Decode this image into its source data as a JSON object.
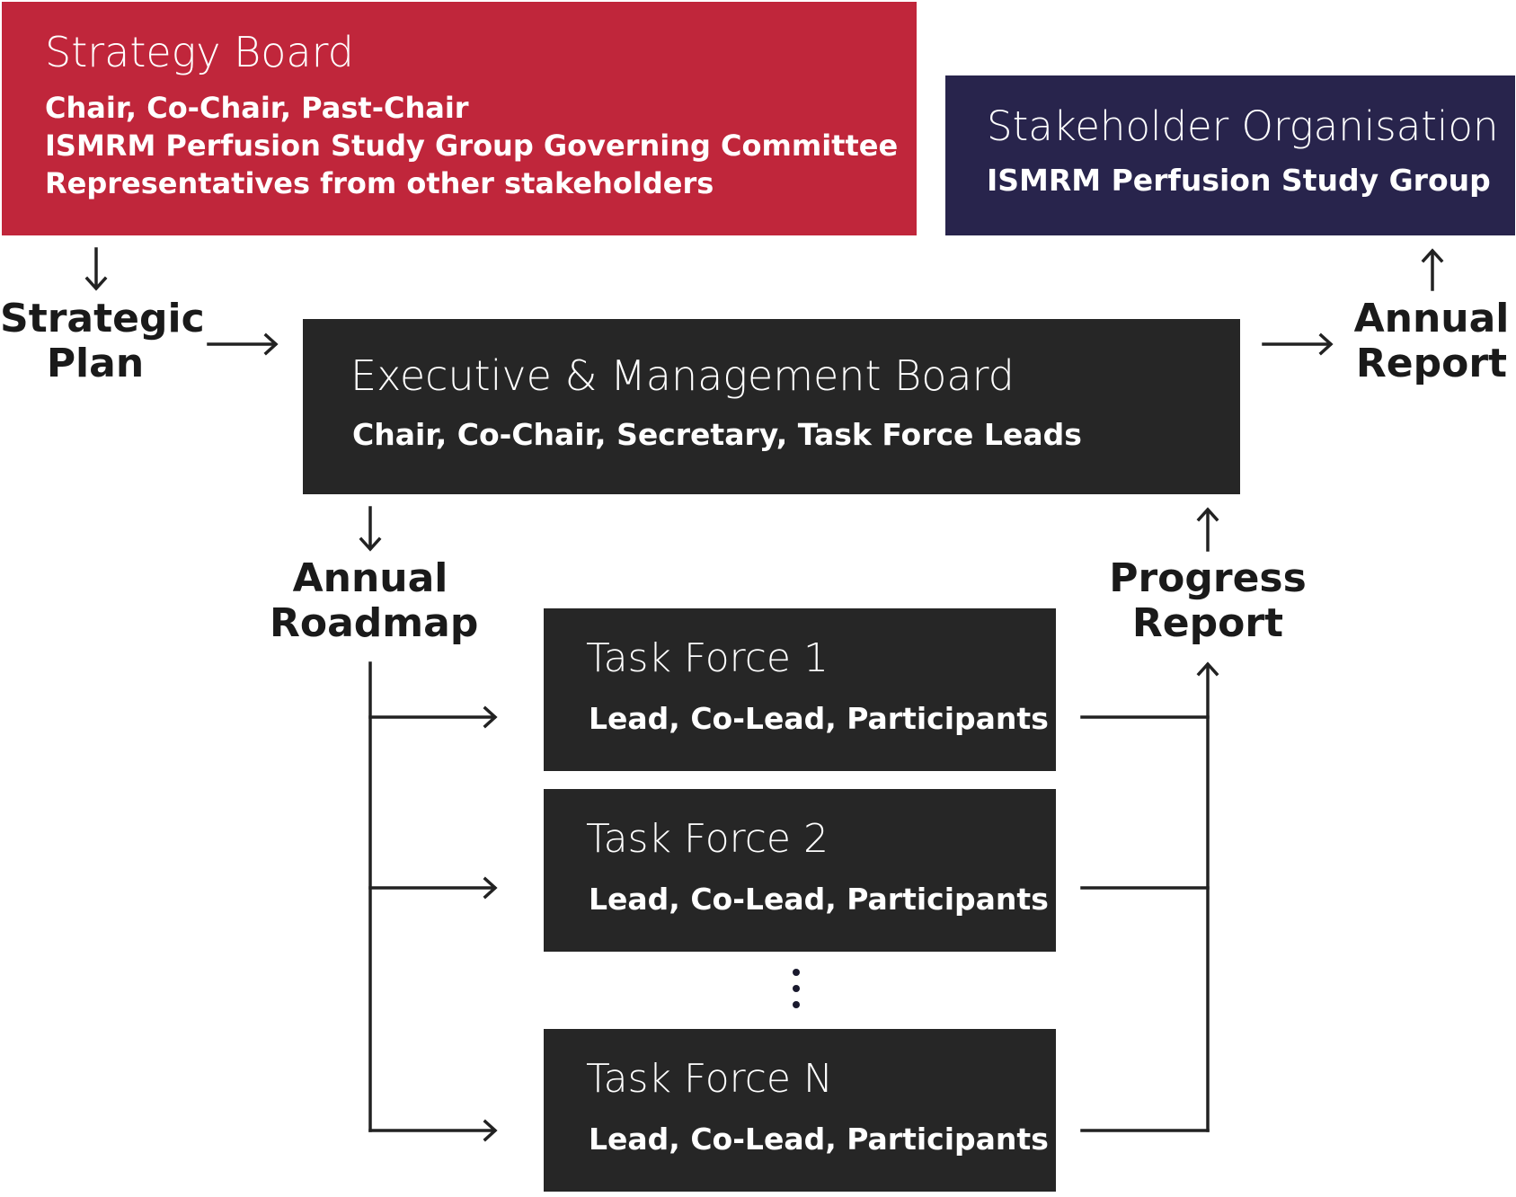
{
  "colors": {
    "strategy_board": "#c0263b",
    "stakeholder_org": "#28244c",
    "executive_board": "#262626",
    "task_force": "#262626",
    "arrow": "#222222"
  },
  "strategy_board": {
    "title": "Strategy Board",
    "lines": [
      "Chair, Co-Chair, Past-Chair",
      "ISMRM Perfusion Study Group Governing Committee",
      "Representatives from other stakeholders"
    ]
  },
  "stakeholder_org": {
    "title": "Stakeholder Organisation",
    "subtitle": "ISMRM Perfusion Study Group"
  },
  "executive_board": {
    "title": "Executive & Management Board",
    "subtitle": "Chair, Co-Chair, Secretary, Task Force Leads"
  },
  "task_forces": [
    {
      "title": "Task Force 1",
      "subtitle": "Lead, Co-Lead, Participants"
    },
    {
      "title": "Task Force 2",
      "subtitle": "Lead, Co-Lead, Participants"
    },
    {
      "title": "Task Force N",
      "subtitle": "Lead, Co-Lead, Participants"
    }
  ],
  "flows": {
    "strategic_plan": [
      "Strategic",
      "Plan"
    ],
    "annual_report": [
      "Annual",
      "Report"
    ],
    "annual_roadmap": [
      "Annual",
      "Roadmap"
    ],
    "progress_report": [
      "Progress",
      "Report"
    ]
  },
  "ellipsis_icon": "vertical-ellipsis-icon"
}
